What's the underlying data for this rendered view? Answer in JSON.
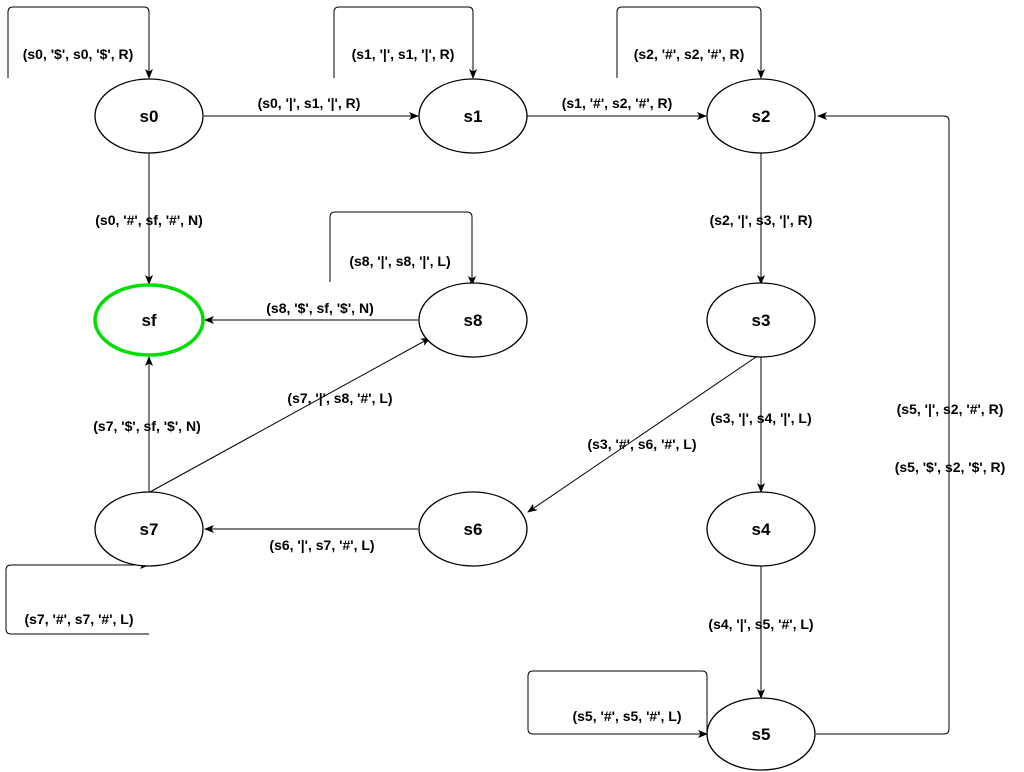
{
  "diagram": {
    "type": "state-machine",
    "colors": {
      "stroke": "#000000",
      "final_stroke": "#00dd00",
      "text": "#000000"
    },
    "states": [
      {
        "id": "s0",
        "label": "s0"
      },
      {
        "id": "s1",
        "label": "s1"
      },
      {
        "id": "s2",
        "label": "s2"
      },
      {
        "id": "s3",
        "label": "s3"
      },
      {
        "id": "s4",
        "label": "s4"
      },
      {
        "id": "s5",
        "label": "s5"
      },
      {
        "id": "s6",
        "label": "s6"
      },
      {
        "id": "s7",
        "label": "s7"
      },
      {
        "id": "s8",
        "label": "s8"
      },
      {
        "id": "sf",
        "label": "sf",
        "final": true
      }
    ],
    "transitions": [
      {
        "id": "s0-self",
        "from": "s0",
        "to": "s0",
        "label": "(s0, '$', s0, '$', R)"
      },
      {
        "id": "s1-self",
        "from": "s1",
        "to": "s1",
        "label": "(s1, '|', s1, '|', R)"
      },
      {
        "id": "s2-self",
        "from": "s2",
        "to": "s2",
        "label": "(s2, '#', s2, '#', R)"
      },
      {
        "id": "s0-s1",
        "from": "s0",
        "to": "s1",
        "label": "(s0, '|', s1, '|', R)"
      },
      {
        "id": "s1-s2",
        "from": "s1",
        "to": "s2",
        "label": "(s1, '#', s2, '#', R)"
      },
      {
        "id": "s0-sf",
        "from": "s0",
        "to": "sf",
        "label": "(s0, '#', sf, '#', N)"
      },
      {
        "id": "s2-s3",
        "from": "s2",
        "to": "s3",
        "label": "(s2, '|', s3, '|', R)"
      },
      {
        "id": "s8-self",
        "from": "s8",
        "to": "s8",
        "label": "(s8, '|', s8, '|', L)"
      },
      {
        "id": "s8-sf",
        "from": "s8",
        "to": "sf",
        "label": "(s8, '$', sf, '$', N)"
      },
      {
        "id": "s7-s8",
        "from": "s7",
        "to": "s8",
        "label": "(s7, '|', s8, '#', L)"
      },
      {
        "id": "s7-sf",
        "from": "s7",
        "to": "sf",
        "label": "(s7, '$', sf, '$', N)"
      },
      {
        "id": "s3-s4",
        "from": "s3",
        "to": "s4",
        "label": "(s3, '|', s4, '|', L)"
      },
      {
        "id": "s3-s6",
        "from": "s3",
        "to": "s6",
        "label": "(s3, '#', s6, '#', L)"
      },
      {
        "id": "s5-s2-a",
        "from": "s5",
        "to": "s2",
        "label": "(s5, '|', s2, '#', R)"
      },
      {
        "id": "s5-s2-b",
        "from": "s5",
        "to": "s2",
        "label": "(s5, '$', s2, '$', R)"
      },
      {
        "id": "s6-s7",
        "from": "s6",
        "to": "s7",
        "label": "(s6, '|', s7, '#', L)"
      },
      {
        "id": "s4-s5",
        "from": "s4",
        "to": "s5",
        "label": "(s4, '|', s5, '#', L)"
      },
      {
        "id": "s7-self",
        "from": "s7",
        "to": "s7",
        "label": "(s7, '#', s7, '#', L)"
      },
      {
        "id": "s5-self",
        "from": "s5",
        "to": "s5",
        "label": "(s5, '#', s5, '#', L)"
      }
    ]
  }
}
